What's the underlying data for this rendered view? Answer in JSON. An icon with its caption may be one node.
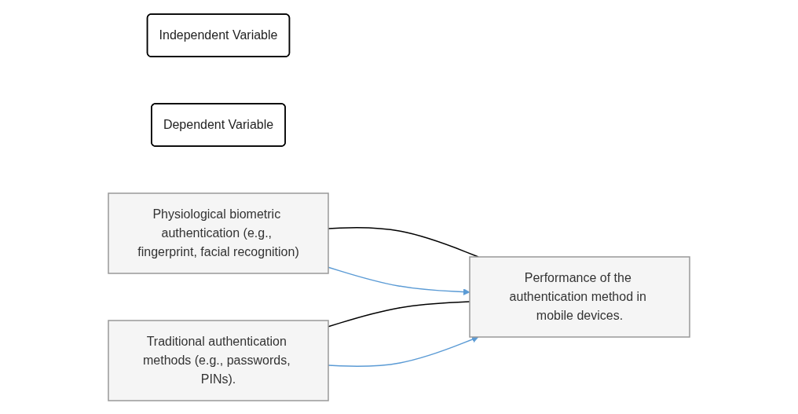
{
  "diagram": {
    "nodes": [
      {
        "text": [
          "Independent Variable"
        ]
      },
      {
        "text": [
          "Dependent Variable"
        ]
      },
      {
        "text": [
          "Physiological biometric authentication (e.g., fingerprint, facial recognition)"
        ]
      },
      {
        "text": [
          "Traditional authentication methods (e.g., passwords, PINs)."
        ]
      },
      {
        "text": [
          "Performance of the authentication method in mobile devices."
        ]
      }
    ],
    "edges": [
      {
        "from": 2,
        "to": 4,
        "arrow": "none"
      },
      {
        "from": 2,
        "to": 4,
        "arrow": "to",
        "color": "#5b9bd5"
      },
      {
        "from": 3,
        "to": 4,
        "arrow": "none"
      },
      {
        "from": 3,
        "to": 4,
        "arrow": "to",
        "color": "#5b9bd5"
      }
    ]
  }
}
